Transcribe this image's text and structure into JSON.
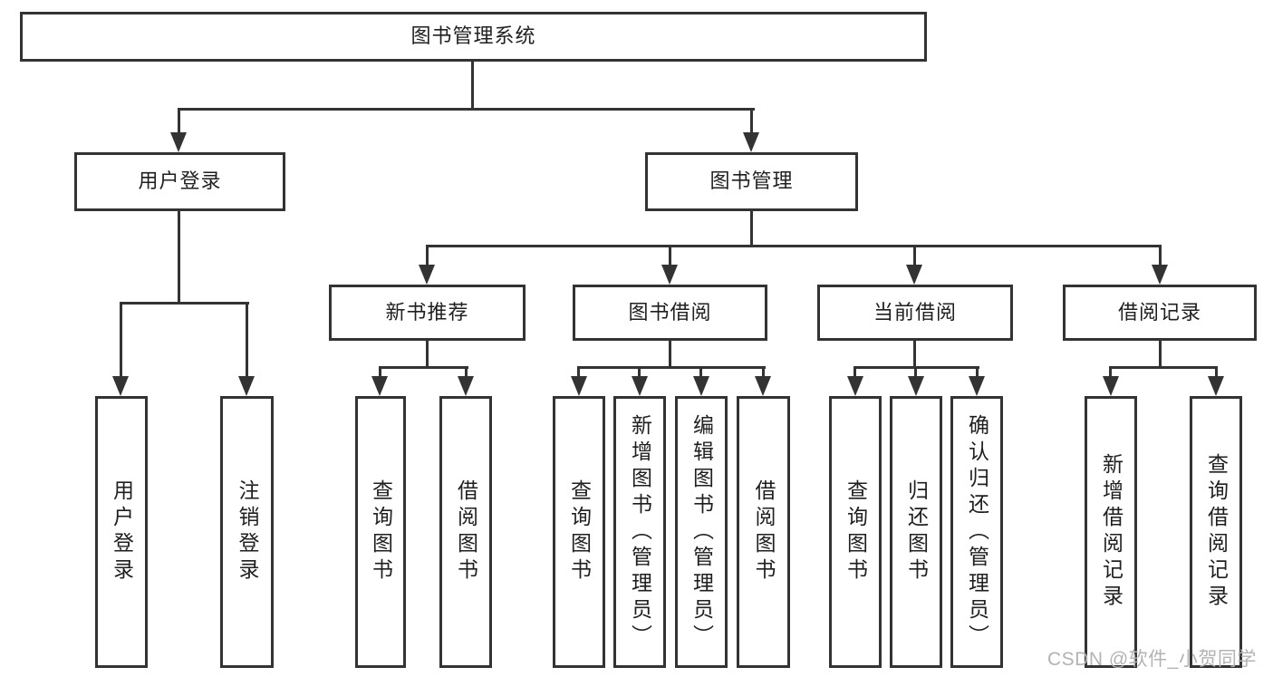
{
  "tree": {
    "root": "图书管理系统",
    "level2": [
      "用户登录",
      "图书管理"
    ],
    "level3": [
      "新书推荐",
      "图书借阅",
      "当前借阅",
      "借阅记录"
    ],
    "leaves": [
      "用户登录",
      "注销登录",
      "查询图书",
      "借阅图书",
      "查询图书",
      "新增图书（管理员）",
      "编辑图书（管理员）",
      "借阅图书",
      "查询图书",
      "归还图书",
      "确认归还（管理员）",
      "新增借阅记录",
      "查询借阅记录"
    ]
  },
  "watermark": "CSDN @软件_小贺同学",
  "colors": {
    "line": "#333333",
    "text": "#1f1f1f",
    "box-bg": "#ffffff",
    "wm": "#b3b3b3",
    "bg": "#ffffff"
  }
}
